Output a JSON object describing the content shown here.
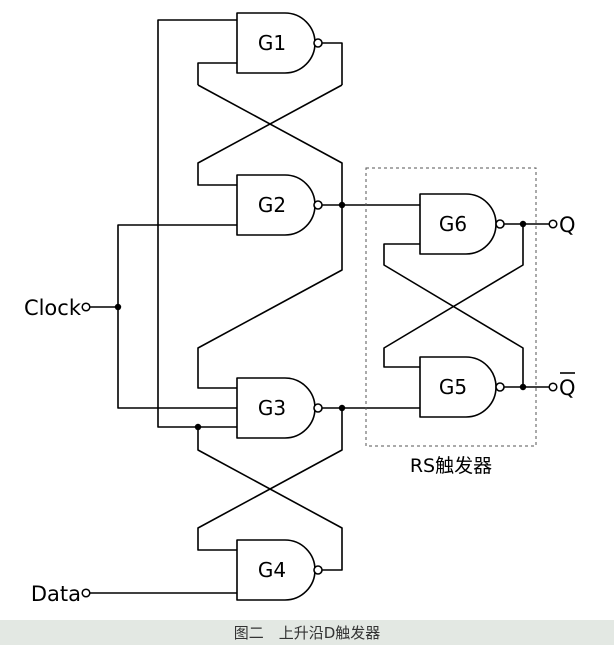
{
  "gates": {
    "g1": "G1",
    "g2": "G2",
    "g3": "G3",
    "g4": "G4",
    "g5": "G5",
    "g6": "G6"
  },
  "inputs": {
    "clock": "Clock",
    "data": "Data"
  },
  "outputs": {
    "q": "Q",
    "q_bar": "Q"
  },
  "rs_label": "RS触发器",
  "caption": "图二　上升沿D触发器"
}
